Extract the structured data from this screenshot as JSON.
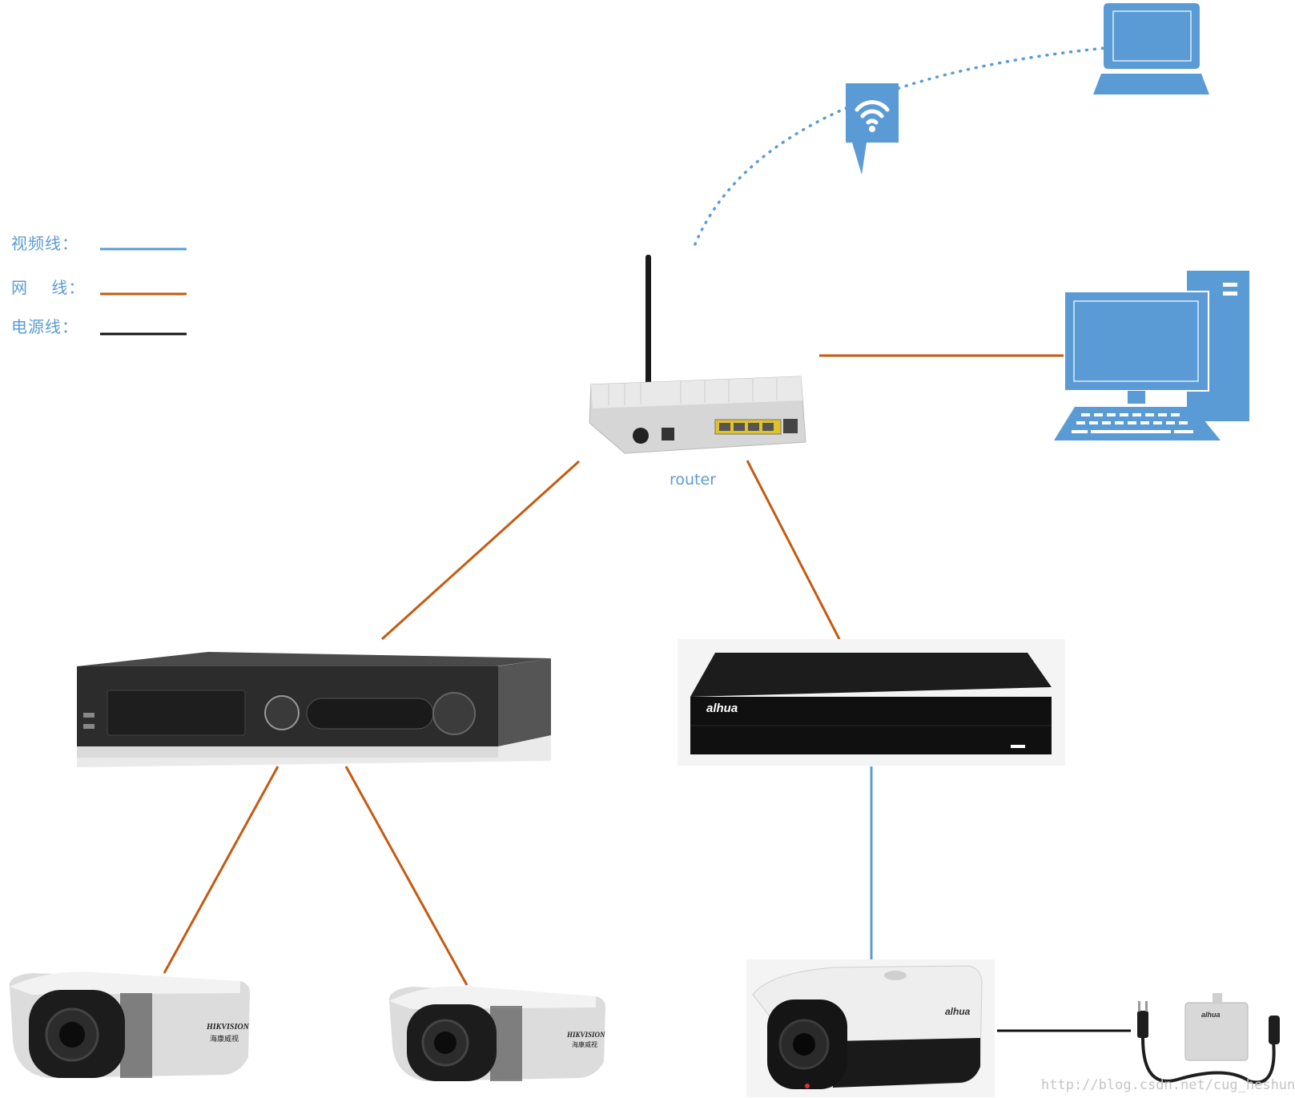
{
  "legend": {
    "items": [
      {
        "label": "视频线：",
        "color": "#5b9bd5"
      },
      {
        "label": "网    线：",
        "color": "#c55a11"
      },
      {
        "label": "电源线：",
        "color": "#111111"
      }
    ]
  },
  "devices": {
    "router": {
      "label": "router"
    },
    "nvr_left_brand": "",
    "nvr_right_brand": "alhua",
    "camera_left_brand": "HIKVISION",
    "camera_left_brand_cn": "海康威视",
    "camera_middle_brand": "HIKVISION",
    "camera_middle_brand_cn": "海康威视",
    "camera_right_brand": "alhua",
    "power_adapter_brand": "alhua"
  },
  "connections": [
    {
      "from": "router",
      "to": "desktop-pc",
      "type": "网线"
    },
    {
      "from": "router",
      "to": "laptop",
      "type": "wifi"
    },
    {
      "from": "router",
      "to": "hikvision-nvr",
      "type": "网线"
    },
    {
      "from": "router",
      "to": "dahua-nvr",
      "type": "网线"
    },
    {
      "from": "hikvision-nvr",
      "to": "camera-left",
      "type": "网线"
    },
    {
      "from": "hikvision-nvr",
      "to": "camera-middle",
      "type": "网线"
    },
    {
      "from": "dahua-nvr",
      "to": "camera-right",
      "type": "视频线"
    },
    {
      "from": "camera-right",
      "to": "power-adapter",
      "type": "电源线"
    }
  ],
  "colors": {
    "video_line": "#5b9bd5",
    "network_line": "#c55a11",
    "power_line": "#111111",
    "icon_blue": "#5b9bd5"
  },
  "watermark": "http://blog.csdn.net/cug_heshun"
}
